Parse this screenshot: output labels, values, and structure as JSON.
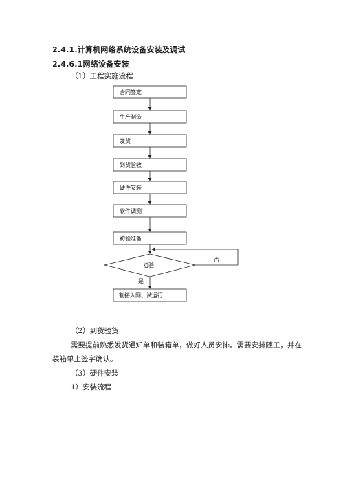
{
  "headings": {
    "section": "2.4.1.计算机网络系统设备安装及调试",
    "subsection": "2.4.6.1网络设备安装"
  },
  "items": {
    "process_title": "（1）工程实施流程",
    "arrival_title": "（2）到货验货",
    "arrival_line1": "需要提前熟悉发货通知单和装箱单，做好人员安排。需要安排随工，并在",
    "arrival_line2": "装箱单上签字确认。",
    "hw_title": "（3）硬件安装",
    "hw_sub": "1）安装流程"
  },
  "flowchart": {
    "steps": [
      "合同签定",
      "生产制造",
      "发货",
      "到货验收",
      "硬件安装",
      "软件调测",
      "初验准备"
    ],
    "decision": "初验",
    "no_label": "否",
    "yes_label": "是",
    "final": "割接入网、试运行"
  }
}
